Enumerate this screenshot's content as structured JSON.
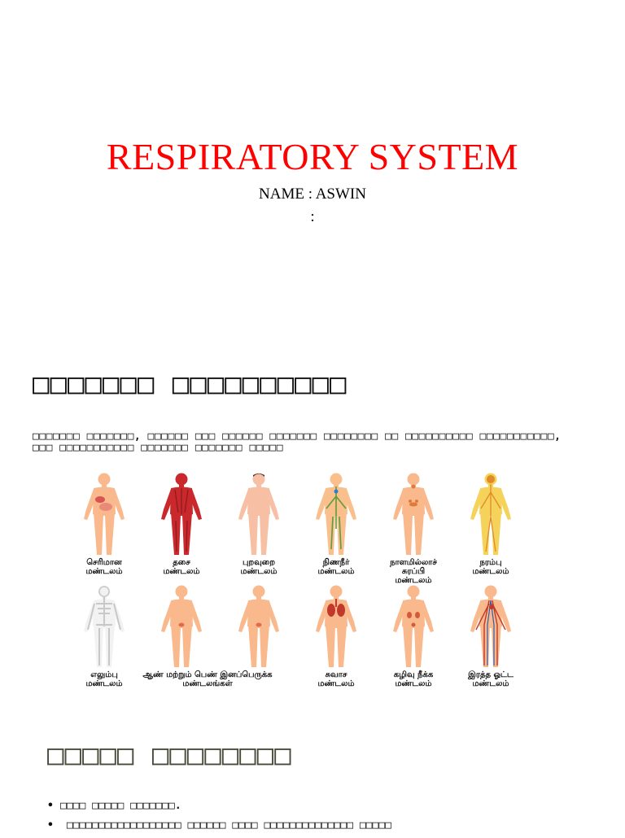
{
  "slide1": {
    "title": "RESPIRATORY SYSTEM",
    "name_line": "NAME : ASWIN",
    "second_line": ":"
  },
  "slide2": {
    "heading": "□□□□□□□ □□□□□□□□□□",
    "paragraph_line1": "□□□□□□□ □□□□□□□, □□□□□□ □□□ □□□□□□ □□□□□□□ □□□□□□□□ □□ □□□□□□□□□□ □□□□□□□□□□□,",
    "paragraph_line2": "□□□ □□□□□□□□□□□ □□□□□□□ □□□□□□□ □□□□□",
    "systems": [
      {
        "label1": "செரிமான",
        "label2": "மண்டலம்",
        "skin": "#f9b98c",
        "accent": "#e46a4a",
        "type": "digestive"
      },
      {
        "label1": "தசை",
        "label2": "மண்டலம்",
        "skin": "#c9282d",
        "accent": "#8c1a1c",
        "type": "muscle"
      },
      {
        "label1": "புறவுறை",
        "label2": "மண்டலம்",
        "skin": "#f7c0a4",
        "accent": "#3a2a20",
        "type": "skin"
      },
      {
        "label1": "நிணநீர்",
        "label2": "மண்டலம்",
        "skin": "#f9c08e",
        "accent": "#5f9b3a",
        "type": "lymph"
      },
      {
        "label1": "நாளமில்லாச்",
        "label2": "சுரப்பி",
        "label3": "மண்டலம்",
        "skin": "#f9b98c",
        "accent": "#e07a3a",
        "type": "endocrine"
      },
      {
        "label1": "நரம்பு",
        "label2": "மண்டலம்",
        "skin": "#f5d35a",
        "accent": "#e08a2a",
        "type": "nervous"
      },
      {
        "label1": "எலும்பு",
        "label2": "மண்டலம்",
        "skin": "#f2f2f2",
        "accent": "#d9d9d9",
        "type": "skeletal"
      },
      {
        "label1": "ஆண் மற்றும் பெண் இனப்பெருக்க",
        "label2": "மண்டலங்கள்",
        "skin": "#f9b98c",
        "accent": "#e46a4a",
        "type": "male"
      },
      {
        "label1": "",
        "label2": "",
        "skin": "#f9b98c",
        "accent": "#e46a4a",
        "type": "female"
      },
      {
        "label1": "சுவாச",
        "label2": "மண்டலம்",
        "skin": "#f9b98c",
        "accent": "#c0392b",
        "type": "respiratory"
      },
      {
        "label1": "கழிவு நீக்க",
        "label2": "மண்டலம்",
        "skin": "#f9b98c",
        "accent": "#d45a3a",
        "type": "excretory"
      },
      {
        "label1": "இரத்த ஓட்ட",
        "label2": "மண்டலம்",
        "skin": "#f9b98c",
        "accent": "#c0392b",
        "type": "circulatory"
      }
    ]
  },
  "slide3": {
    "heading": "□□□□□ □□□□□□□□",
    "bullets": [
      "□□□□ □□□□□ □□□□□□□.",
      " □□□□□□□□□□□□□□□□□□ □□□□□□ □□□□ □□□□□□□□□□□□□□ □□□□□"
    ]
  },
  "colors": {
    "title": "#ff0000",
    "heading3": "#4a4a3a"
  }
}
